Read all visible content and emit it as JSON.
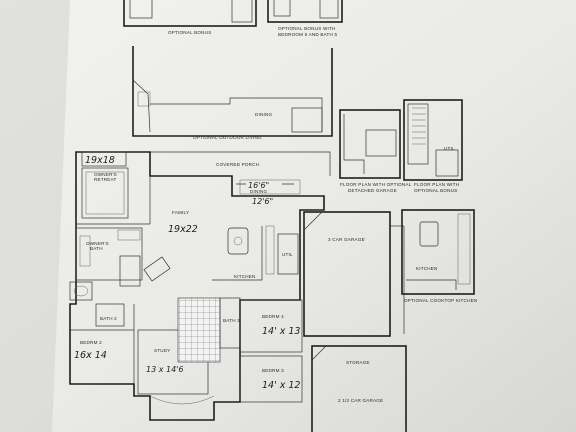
{
  "labels": {
    "optional_bonus": "OPTIONAL BONUS",
    "optional_bonus_bedroom_1": "OPTIONAL BONUS WITH",
    "optional_bonus_bedroom_2": "BEDROOM 5 AND BATH 5",
    "dining_top": "DINING",
    "optional_outdoor_living": "OPTIONAL OUTDOOR LIVING",
    "covered_porch": "COVERED PORCH",
    "owners_retreat_1": "OWNER'S",
    "owners_retreat_2": "RETREAT",
    "family": "FAMILY",
    "dining": "DINING",
    "kitchen": "KITCHEN",
    "owners_bath_1": "OWNER'S",
    "owners_bath_2": "BATH",
    "bath_2": "BATH 2",
    "bedroom_2": "BEDRM 2",
    "study": "STUDY",
    "bath_3": "BATH 3",
    "bedroom_4": "BEDRM 4",
    "bedroom_3": "BEDRM 3",
    "garage_3car": "3 CAR GARAGE",
    "storage": "STORAGE",
    "garage_2half": "2 1/2 CAR GARAGE",
    "detached_garage_1": "FLOOR PLAN WITH OPTIONAL",
    "detached_garage_2": "DETACHED GARAGE",
    "plan_bonus_1": "FLOOR PLAN WITH",
    "plan_bonus_2": "OPTIONAL BONUS",
    "util": "UTIL",
    "kitchen_opt": "KITCHEN",
    "optional_cooktop_kitchen": "OPTIONAL COOKTOP KITCHEN"
  },
  "handwritten": {
    "owners_retreat_dim": "19x18",
    "family_dim": "19x22",
    "dining_dim_1": "16'6\"",
    "dining_dim_2": "12'6\"",
    "bedroom_4_dim": "14' x 13",
    "bedroom_2_dim": "16x 14",
    "study_dim": "13 x 14'6",
    "bedroom_3_dim": "14' x 12"
  },
  "colors": {
    "paper": "#ecece9",
    "line": "#1e1e1e",
    "tile": "#8a8a8a"
  }
}
